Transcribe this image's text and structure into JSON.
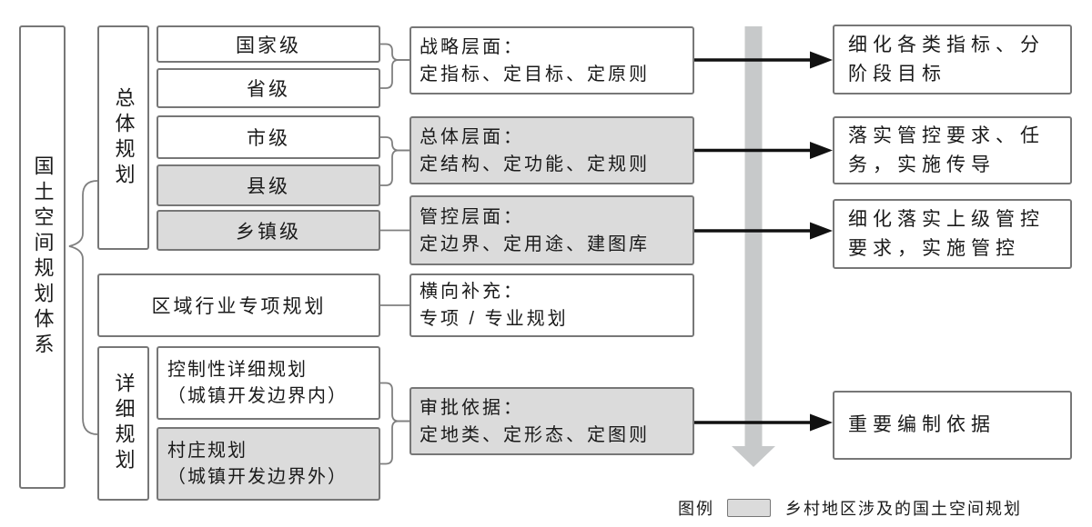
{
  "diagram": {
    "root_label": "国土空间规划体系",
    "groups": {
      "overall": "总体规划",
      "regional": "区域行业专项规划",
      "detailed": "详细规划"
    },
    "levels": [
      {
        "label": "国家级",
        "rural": false
      },
      {
        "label": "省级",
        "rural": false
      },
      {
        "label": "市级",
        "rural": false
      },
      {
        "label": "县级",
        "rural": true
      },
      {
        "label": "乡镇级",
        "rural": true
      }
    ],
    "detailed_plans": [
      {
        "lines": [
          "控制性详细规划",
          "（城镇开发边界内）"
        ],
        "rural": false
      },
      {
        "lines": [
          "村庄规划",
          "（城镇开发边界外）"
        ],
        "rural": true
      }
    ],
    "aspects": [
      {
        "title": "战略层面：",
        "body": "定指标、定目标、定原则",
        "rural": false
      },
      {
        "title": "总体层面：",
        "body": "定结构、定功能、定规则",
        "rural": true
      },
      {
        "title": "管控层面：",
        "body": "定边界、定用途、建图库",
        "rural": true
      },
      {
        "title": "横向补充：",
        "body": "专项 / 专业规划",
        "rural": false
      },
      {
        "title": "审批依据：",
        "body": "定地类、定形态、定图则",
        "rural": true
      }
    ],
    "outcomes": [
      {
        "lines": [
          "细化各类指标、分",
          "阶段目标"
        ]
      },
      {
        "lines": [
          "落实管控要求、任",
          "务，实施传导"
        ]
      },
      {
        "lines": [
          "细化落实上级管控",
          "要求，实施管控"
        ]
      },
      {
        "lines": [
          "重要编制依据"
        ]
      }
    ],
    "legend": {
      "label": "图例",
      "text": "乡村地区涉及的国土空间规划"
    },
    "colors": {
      "rural_fill": "#dbdbdb",
      "box_border": "#777777",
      "flow_arrow_gray": "#c7c9ca",
      "link_arrow_black": "#111111"
    }
  }
}
